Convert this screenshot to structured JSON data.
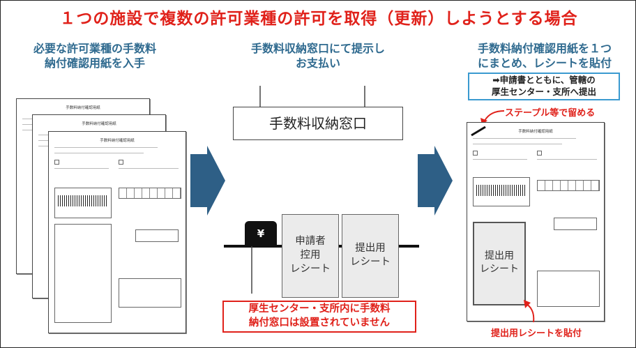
{
  "title": "１つの施設で複数の許可業種の許可を取得（更新）しようとする場合",
  "step1": {
    "line1": "必要な許可業種の手数料",
    "line2": "納付確認用紙を入手"
  },
  "step2": {
    "line1": "手数料収納窓口にて提示し",
    "line2": "お支払い"
  },
  "step3": {
    "line1": "手数料納付確認用紙を１つ",
    "line2": "にまとめ、レシートを貼付"
  },
  "note": {
    "line1": "➡申請書とともに、管轄の",
    "line2": "厚生センター・支所へ提出"
  },
  "staple_label": "ステープル等で留める",
  "paste_label": "提出用レシートを貼付",
  "counter_label": "手数料収納窓口",
  "yen_symbol": "¥",
  "receipt_applicant": {
    "line1": "申請者",
    "line2": "控用",
    "line3": "レシート"
  },
  "receipt_submit": {
    "line1": "提出用",
    "line2": "レシート"
  },
  "warning": {
    "line1": "厚生センター・支所内に手数料",
    "line2": "納付窓口は設置されていません"
  },
  "form_title": "手数料納付確認用紙",
  "colors": {
    "red": "#e0211a",
    "heading": "#2f6a8f",
    "arrow": "#2e5f86",
    "note_border": "#3a9ad0"
  }
}
